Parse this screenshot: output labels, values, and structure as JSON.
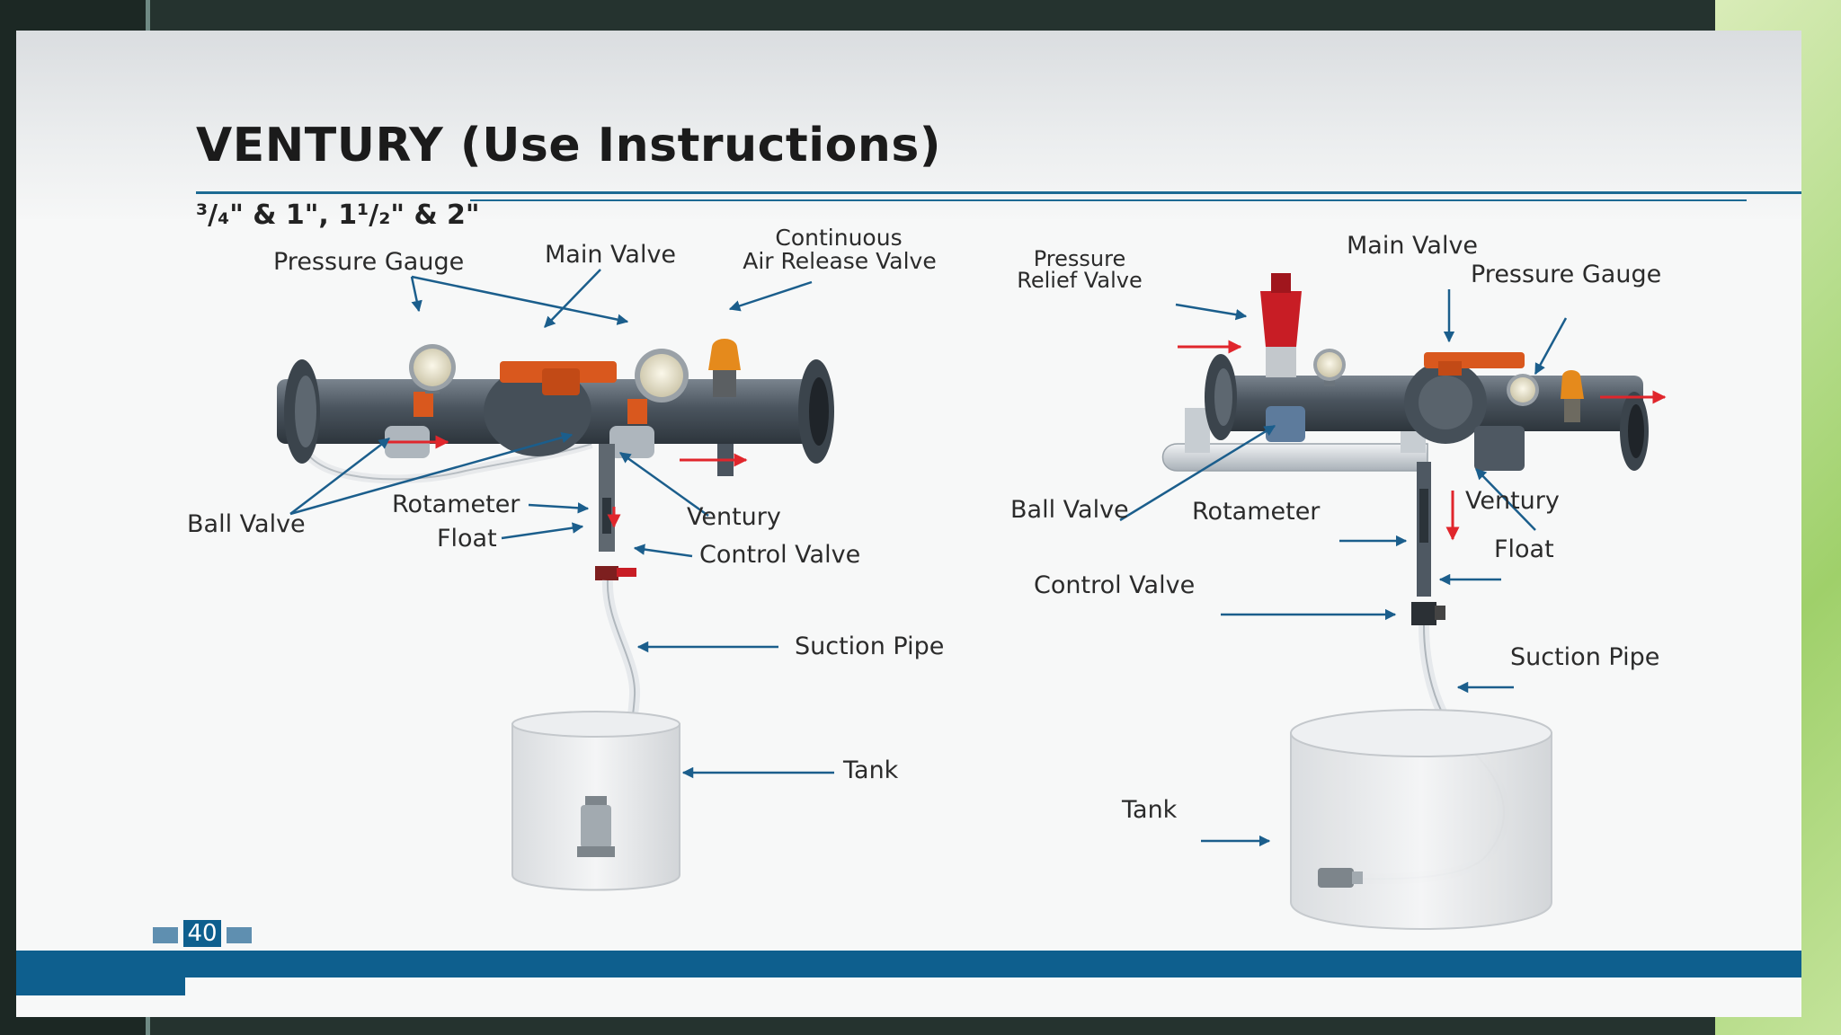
{
  "slide": {
    "title": "VENTURY (Use Instructions)",
    "size_label": "³/₄\" & 1\", 1¹/₂\" & 2\"",
    "page_number": "40"
  },
  "left_diagram": {
    "labels": {
      "pressure_gauge": "Pressure Gauge",
      "main_valve": "Main Valve",
      "air_release_line1": "Continuous",
      "air_release_line2": "Air Release Valve",
      "ball_valve": "Ball Valve",
      "rotameter": "Rotameter",
      "float": "Float",
      "ventury": "Ventury",
      "control_valve": "Control Valve",
      "suction_pipe": "Suction Pipe",
      "tank": "Tank"
    }
  },
  "right_diagram": {
    "labels": {
      "pressure_relief_line1": "Pressure",
      "pressure_relief_line2": "Relief Valve",
      "main_valve": "Main Valve",
      "pressure_gauge": "Pressure Gauge",
      "ball_valve": "Ball Valve",
      "rotameter": "Rotameter",
      "ventury": "Ventury",
      "float": "Float",
      "control_valve": "Control Valve",
      "suction_pipe": "Suction Pipe",
      "tank": "Tank"
    }
  },
  "colors": {
    "accent_blue": "#0e5f8e",
    "arrow_blue": "#1b5e8c",
    "flow_red": "#e0262c",
    "pipe_gray": "#4e5862",
    "valve_orange": "#d9581e",
    "relief_red": "#c81d25",
    "air_valve_orange": "#e58a1c"
  }
}
